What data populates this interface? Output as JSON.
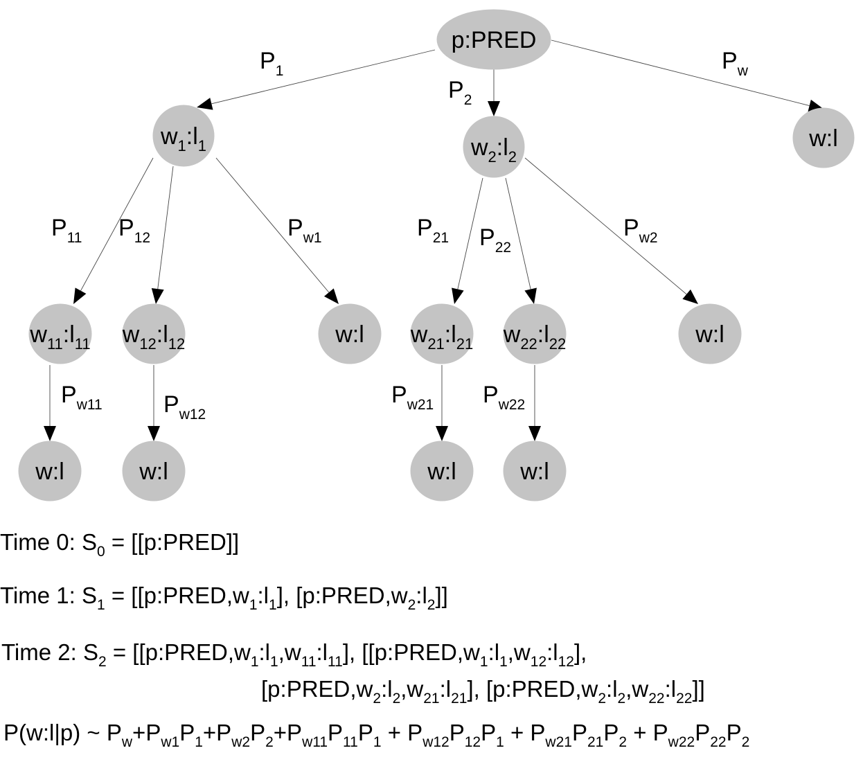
{
  "nodes": [
    {
      "id": "pred",
      "label": [
        [
          "p:PRED",
          ""
        ]
      ]
    },
    {
      "id": "w1l1",
      "label": [
        [
          "w",
          "1"
        ],
        [
          ":l",
          "1"
        ]
      ]
    },
    {
      "id": "w2l2",
      "label": [
        [
          "w",
          "2"
        ],
        [
          ":l",
          "2"
        ]
      ]
    },
    {
      "id": "wl-top",
      "label": [
        [
          "w:l",
          ""
        ]
      ]
    },
    {
      "id": "w11l11",
      "label": [
        [
          "w",
          "11"
        ],
        [
          ":l",
          "11"
        ]
      ]
    },
    {
      "id": "w12l12",
      "label": [
        [
          "w",
          "12"
        ],
        [
          ":l",
          "12"
        ]
      ]
    },
    {
      "id": "wl-w1",
      "label": [
        [
          "w:l",
          ""
        ]
      ]
    },
    {
      "id": "w21l21",
      "label": [
        [
          "w",
          "21"
        ],
        [
          ":l",
          "21"
        ]
      ]
    },
    {
      "id": "w22l22",
      "label": [
        [
          "w",
          "22"
        ],
        [
          ":l",
          "22"
        ]
      ]
    },
    {
      "id": "wl-w2",
      "label": [
        [
          "w:l",
          ""
        ]
      ]
    },
    {
      "id": "wl-w11",
      "label": [
        [
          "w:l",
          ""
        ]
      ]
    },
    {
      "id": "wl-w12",
      "label": [
        [
          "w:l",
          ""
        ]
      ]
    },
    {
      "id": "wl-w21",
      "label": [
        [
          "w:l",
          ""
        ]
      ]
    },
    {
      "id": "wl-w22",
      "label": [
        [
          "w:l",
          ""
        ]
      ]
    }
  ],
  "edges": [
    {
      "from": "pred",
      "to": "w1l1",
      "label": [
        [
          "P",
          "1"
        ]
      ]
    },
    {
      "from": "pred",
      "to": "w2l2",
      "label": [
        [
          "P",
          "2"
        ]
      ]
    },
    {
      "from": "pred",
      "to": "wl-top",
      "label": [
        [
          "P",
          "w"
        ]
      ]
    },
    {
      "from": "w1l1",
      "to": "w11l11",
      "label": [
        [
          "P",
          "11"
        ]
      ]
    },
    {
      "from": "w1l1",
      "to": "w12l12",
      "label": [
        [
          "P",
          "12"
        ]
      ]
    },
    {
      "from": "w1l1",
      "to": "wl-w1",
      "label": [
        [
          "P",
          "w1"
        ]
      ]
    },
    {
      "from": "w2l2",
      "to": "w21l21",
      "label": [
        [
          "P",
          "21"
        ]
      ]
    },
    {
      "from": "w2l2",
      "to": "w22l22",
      "label": [
        [
          "P",
          "22"
        ]
      ]
    },
    {
      "from": "w2l2",
      "to": "wl-w2",
      "label": [
        [
          "P",
          "w2"
        ]
      ]
    },
    {
      "from": "w11l11",
      "to": "wl-w11",
      "label": [
        [
          "P",
          "w11"
        ]
      ]
    },
    {
      "from": "w12l12",
      "to": "wl-w12",
      "label": [
        [
          "P",
          "w12"
        ]
      ]
    },
    {
      "from": "w21l21",
      "to": "wl-w21",
      "label": [
        [
          "P",
          "w21"
        ]
      ]
    },
    {
      "from": "w22l22",
      "to": "wl-w22",
      "label": [
        [
          "P",
          "w22"
        ]
      ]
    }
  ],
  "equations": [
    {
      "id": "time0",
      "parts": [
        [
          "Time 0: S",
          "0"
        ],
        [
          " = [[p:PRED]]",
          ""
        ]
      ]
    },
    {
      "id": "time1",
      "parts": [
        [
          "Time 1: S",
          "1"
        ],
        [
          " = [[p:PRED,w",
          "1"
        ],
        [
          ":l",
          "1"
        ],
        [
          "], [p:PRED,w",
          "2"
        ],
        [
          ":l",
          "2"
        ],
        [
          "]]",
          ""
        ]
      ]
    },
    {
      "id": "time2-line1",
      "parts": [
        [
          "Time 2: S",
          "2"
        ],
        [
          " = [[p:PRED,w",
          "1"
        ],
        [
          ":l",
          "1"
        ],
        [
          ",w",
          "11"
        ],
        [
          ":l",
          "11"
        ],
        [
          "], [[p:PRED,w",
          "1"
        ],
        [
          ":l",
          "1"
        ],
        [
          ",w",
          "12"
        ],
        [
          ":l",
          "12"
        ],
        [
          "],",
          ""
        ]
      ]
    },
    {
      "id": "time2-line2",
      "parts": [
        [
          "[p:PRED,w",
          "2"
        ],
        [
          ":l",
          "2"
        ],
        [
          ",w",
          "21"
        ],
        [
          ":l",
          "21"
        ],
        [
          "], [p:PRED,w",
          "2"
        ],
        [
          ":l",
          "2"
        ],
        [
          ",w",
          "22"
        ],
        [
          ":l",
          "22"
        ],
        [
          "]]",
          ""
        ]
      ]
    },
    {
      "id": "probability",
      "parts": [
        [
          "P(w:l|p) ~ P",
          "w"
        ],
        [
          "+P",
          "w1"
        ],
        [
          "P",
          "1"
        ],
        [
          "+P",
          "w2"
        ],
        [
          "P",
          "2"
        ],
        [
          "+P",
          "w11"
        ],
        [
          "P",
          "11"
        ],
        [
          "P",
          "1"
        ],
        [
          " + P",
          "w12"
        ],
        [
          "P",
          "12"
        ],
        [
          "P",
          "1"
        ],
        [
          " + P",
          "w21"
        ],
        [
          "P",
          "21"
        ],
        [
          "P",
          "2"
        ],
        [
          " + P",
          "w22"
        ],
        [
          "P",
          "22"
        ],
        [
          "P",
          "2"
        ]
      ]
    }
  ]
}
